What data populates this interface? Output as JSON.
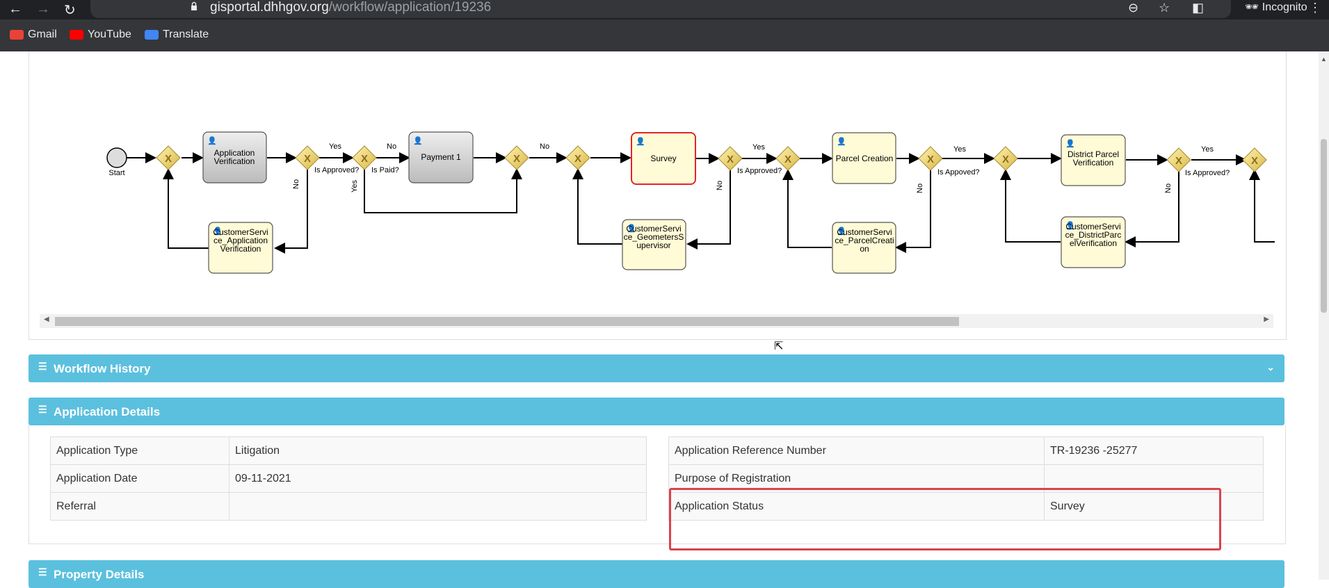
{
  "browser": {
    "url_host": "gisportal.dhhgov.org",
    "url_path": "/workflow/application/19236",
    "incognito_label": "Incognito",
    "bookmarks": [
      {
        "label": "Gmail",
        "color": "#ea4335"
      },
      {
        "label": "YouTube",
        "color": "#ff0000"
      },
      {
        "label": "Translate",
        "color": "#4285f4"
      }
    ]
  },
  "workflow": {
    "tasks": {
      "app_verification": "Application\nVerification",
      "payment": "Payment 1",
      "survey": "Survey",
      "parcel_creation": "Parcel Creation",
      "district_parcel": "District Parcel\nVerification",
      "cs_app": "CustomerServi\nce_Application\nVerification",
      "cs_geo": "CustomerServi\nce_GeometersS\nupervisor",
      "cs_parcel": "CustomerServi\nce_ParcelCreati\non",
      "cs_district": "CustomerServi\nce_DistrictParc\nelVerification"
    },
    "labels": {
      "start": "Start",
      "yes": "Yes",
      "no": "No",
      "is_approved": "Is Approved?",
      "is_paid": "Is Paid?",
      "is_appoved": "Is Appoved?"
    },
    "current_task": "Survey"
  },
  "panels": {
    "workflow_history": "Workflow History",
    "application_details": "Application Details",
    "property_details": "Property Details"
  },
  "details": {
    "left": [
      {
        "label": "Application Type",
        "value": "Litigation"
      },
      {
        "label": "Application Date",
        "value": "09-11-2021"
      },
      {
        "label": "Referral",
        "value": ""
      }
    ],
    "right": [
      {
        "label": "Application Reference Number",
        "value": "TR-19236 -25277"
      },
      {
        "label": "Purpose of Registration",
        "value": ""
      },
      {
        "label": "Application Status",
        "value": "Survey"
      }
    ]
  },
  "colors": {
    "panel_header": "#5bc0de",
    "highlight": "#d9434b",
    "task_fill": "#fffbd6",
    "gateway_fill": "#f5d76e"
  }
}
